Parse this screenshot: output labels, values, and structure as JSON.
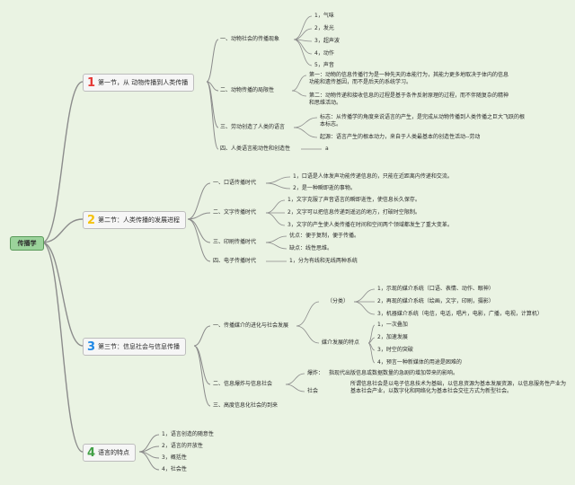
{
  "root": "传播学",
  "sections": [
    {
      "num": "1",
      "num_color": "#e53935",
      "title": "第一节，从 动物传播到人类传播"
    },
    {
      "num": "2",
      "num_color": "#f4c20d",
      "title": "第二节：人类传播的发展进程"
    },
    {
      "num": "3",
      "num_color": "#1e88e5",
      "title": "第三节：信息社会与信息传播"
    },
    {
      "num": "4",
      "num_color": "#43a047",
      "title": "语言的特点"
    }
  ],
  "s1": {
    "a": "一、动物社会的传播现象",
    "a_items": [
      "1，气味",
      "2，发光",
      "3，超声波",
      "4，动作",
      "5，声音"
    ],
    "b": "二、动物传播的局限性",
    "b1": "第一：动物的信息传播行为是一种先天的本能行为，其能力更多地取决于体内的信息功能和遗传基因，而不是后天的系统学习。",
    "b2": "第二：动物传递和接收信息的过程是基于条件反射原理的过程，而不伴随复杂的精神和思维活动。",
    "c": "三、劳动创造了人类的语言",
    "c1": "标志：从传播学的角度来说语言的产生，是完成从动物传播到人类传播之巨大飞跃的根本标志。",
    "c2": "起源：语言产生的根本动力，来自于人类最基本的创造性活动--劳动",
    "d": "四、人类语言能动性和创造性",
    "d_note": "a"
  },
  "s2": {
    "a": "一、口语传播时代",
    "a1": "1，口语是人体发声功能传递信息的，只能在近距离内传递和交流。",
    "a2": "2，是一种瞬即逝的事物。",
    "b": "二、文字传播时代",
    "b1": "1，文字克服了声音语言的瞬即逝性，使信息长久保存。",
    "b2": "2，文字可以把信息传递到遥远的地方，打破时空限制。",
    "b3": "3，文字的产生使人类传播在时间和空间两个领域都发生了重大变革。",
    "c": "三、印刷传播时代",
    "c1": "优点：便于复制，便于传播。",
    "c2": "缺点：线性思维。",
    "d": "四、电子传播时代",
    "d1": "1，分为有线和无线两种系统"
  },
  "s3": {
    "a": "一、传播媒介的进化与社会发展",
    "class_label": "（分类）",
    "classes": [
      "1，示现的媒介系统（口语、表情、动作、眼神）",
      "2，再现的媒介系统（绘画，文字，印刷，摄影）",
      "3，机器媒介系统（电信，电话，唱片，电影，广播，电视，计算机）"
    ],
    "trend_label": "媒介发展的特点",
    "trends": [
      "1，一次叠加",
      "2，加速发展",
      "3，时空的突破",
      "4，预言一种新媒体的用途是困难的"
    ],
    "b": "二、信息爆炸与信息社会",
    "b1_label": "爆炸：",
    "b1": "指现代出版信息或数据数量的急剧的增加带来的影响。",
    "b2_label": "社会",
    "b2": "所谓信息社会是以电子信息技术为基础，以信息资源为基本发展资源，以信息服务性产业为基本社会产业，以数字化和网络化为基本社会交往方式为新型社会。",
    "c": "三、高度信息化社会的到来"
  },
  "s4": {
    "items": [
      "1，语言创造的随意性",
      "2，语言的开放性",
      "3，概括性",
      "4，社会性"
    ]
  }
}
